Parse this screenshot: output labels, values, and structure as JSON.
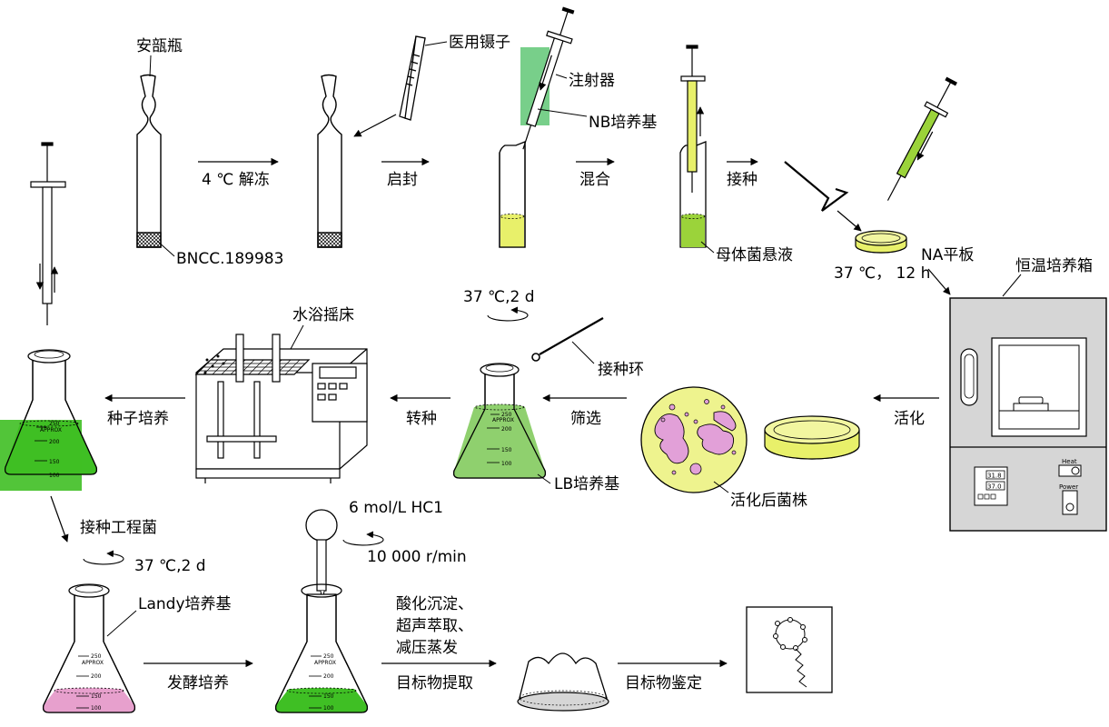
{
  "labels": {
    "ampoule": "安瓿瓶",
    "tweezers": "医用镊子",
    "syringe": "注射器",
    "nb_medium": "NB培养基",
    "thaw": "4 ℃ 解冻",
    "open_seal": "启封",
    "mix": "混合",
    "inoculate": "接种",
    "strain_id": "BNCC.189983",
    "parent_suspension": "母体菌悬液",
    "na_plate": "NA平板",
    "incubate_cond": "37 ℃， 12 h",
    "incubator": "恒温培养箱",
    "shaker": "水浴摇床",
    "lb_cond": "37 ℃,2 d",
    "inoc_loop": "接种环",
    "seed_culture": "种子培养",
    "transfer": "转种",
    "screen": "筛选",
    "activate": "活化",
    "lb_medium": "LB培养基",
    "activated_strain": "活化后菌株",
    "inoc_eng": "接种工程菌",
    "landy_cond": "37 ℃,2 d",
    "landy_medium": "Landy培养基",
    "ferment": "发酵培养",
    "hcl": "6 mol/L HC1",
    "speed": "10 000 r/min",
    "extract_step1": "酸化沉淀、",
    "extract_step2": "超声萃取、",
    "extract_step3": "减压蒸发",
    "extract": "目标物提取",
    "identify": "目标物鉴定"
  },
  "flask_marks": {
    "approx": "APPROX",
    "m250": "250",
    "m200": "200",
    "m150": "150",
    "m100": "100"
  },
  "incubator_panel": {
    "readout1": "31.8",
    "readout2": "37.0",
    "heat": "Heat",
    "power": "Power"
  },
  "colors": {
    "yellow_medium": "#e8f06a",
    "green_medium": "#9bd33a",
    "bright_green": "#3fbf24",
    "light_green": "#8fd06e",
    "pink_medium": "#e7a0cd",
    "colony_pink": "#e2a0d8",
    "highlight_green": "#4bbf63",
    "incubator_gray": "#d6d6d6"
  }
}
